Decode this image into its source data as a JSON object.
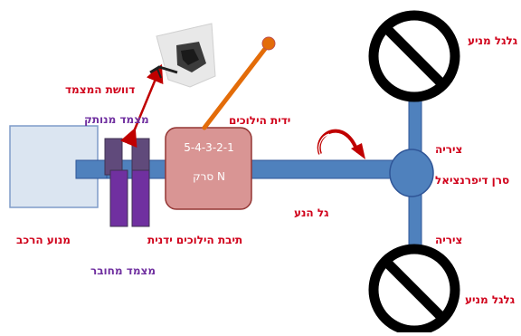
{
  "labels": {
    "wheel_top": "גלגל מניע",
    "wheel_bottom": "גלגל מניע",
    "pedal": "דוושת המצמד",
    "clutch_disengaged": "מצמד מנותק",
    "clutch_engaged": "מצמד מחובר",
    "gear_lever": "ידית הילוכים",
    "gearbox": "תיבת הילוכים ידנית",
    "engine": "מנוע הרכב",
    "drive_shaft": "גל הנע",
    "differential": "סרן דיפרנציאל",
    "axle_top": "ציריה",
    "axle_bottom": "ציריה"
  },
  "gearbox_text": {
    "gears": "5-4-3-2-1",
    "neutral": "N סרק"
  },
  "colors": {
    "label_red": "#d0021b",
    "label_purple": "#7030a0",
    "shaft_blue": "#4f81bd",
    "gearbox_pink": "#d99594",
    "engine_blue": "#dbe5f1",
    "clutch_purple": "#7030a0",
    "lever_orange": "#e36c09"
  }
}
